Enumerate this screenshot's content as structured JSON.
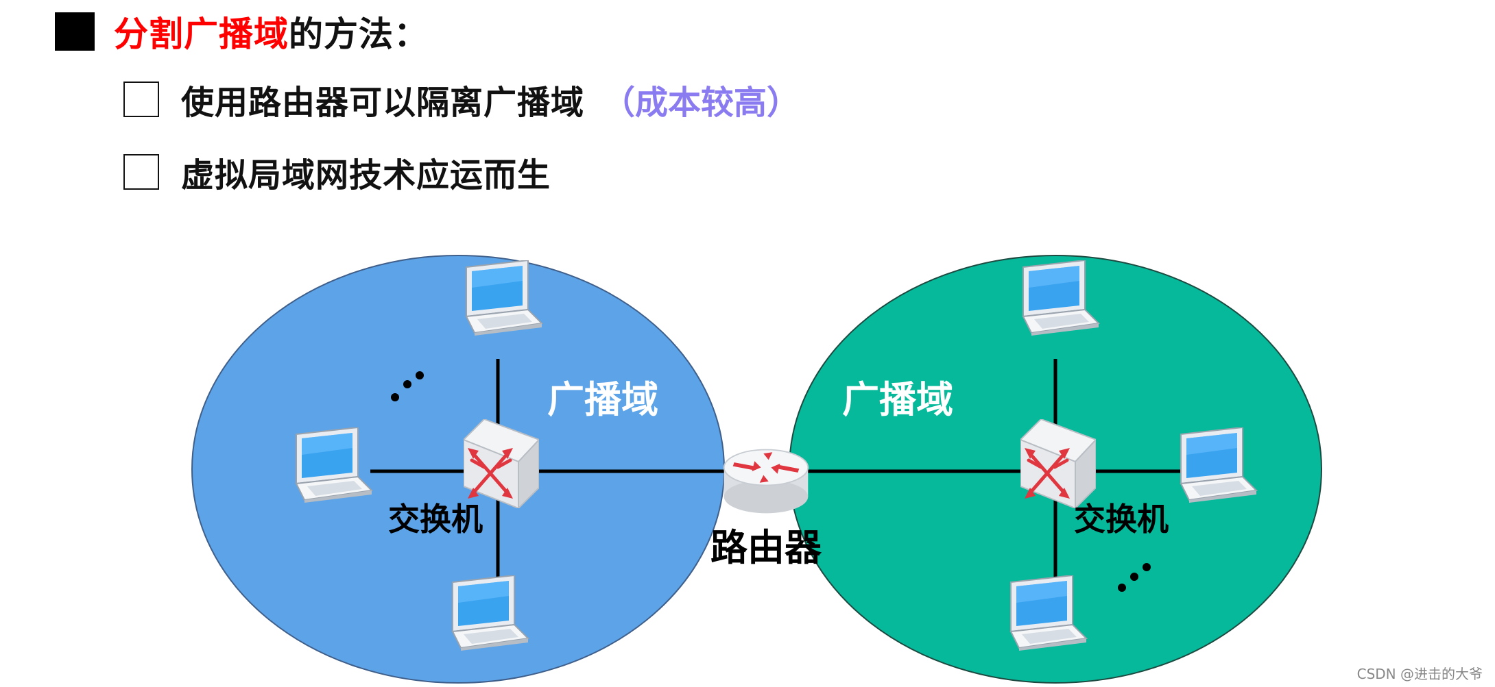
{
  "heading": {
    "highlight": "分割广播域",
    "rest": "的方法："
  },
  "bullets": [
    {
      "text": "使用路由器可以隔离广播域",
      "note": "（成本较高）"
    },
    {
      "text": "虚拟局域网技术应运而生"
    }
  ],
  "diagram": {
    "left_domain_label": "广播域",
    "right_domain_label": "广播域",
    "left_switch_label": "交换机",
    "right_switch_label": "交换机",
    "router_label": "路由器",
    "colors": {
      "left_domain": "#5ca3e8",
      "right_domain": "#06b99a",
      "red_heading": "#ff0000",
      "note_purple": "#8a7bf0"
    }
  },
  "watermark": "CSDN @进击的大爷"
}
